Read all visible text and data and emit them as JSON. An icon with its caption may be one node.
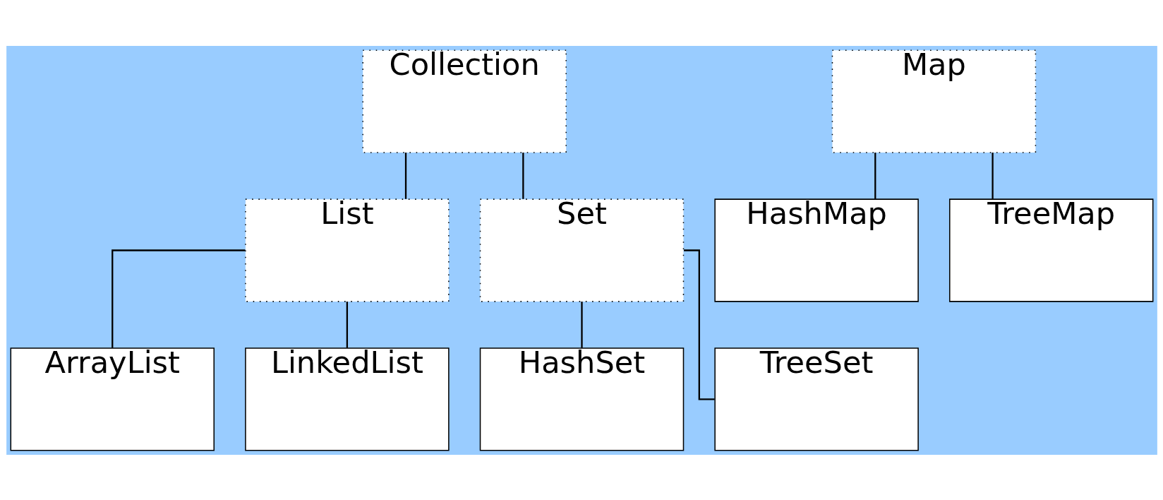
{
  "diagram": {
    "nodes": [
      {
        "text": [
          "Collection"
        ]
      },
      {
        "text": [
          "Map"
        ]
      },
      {
        "text": [
          "List"
        ]
      },
      {
        "text": [
          "Set"
        ]
      },
      {
        "text": [
          "HashMap"
        ]
      },
      {
        "text": [
          "TreeMap"
        ]
      },
      {
        "text": [
          "ArrayList"
        ]
      },
      {
        "text": [
          "LinkedList"
        ]
      },
      {
        "text": [
          "HashSet"
        ]
      },
      {
        "text": [
          "TreeSet"
        ]
      }
    ],
    "edges": [
      {
        "from": 0,
        "to": 2,
        "arrow": "none"
      },
      {
        "from": 0,
        "to": 3,
        "arrow": "none"
      },
      {
        "from": 1,
        "to": 4,
        "arrow": "none"
      },
      {
        "from": 1,
        "to": 5,
        "arrow": "none"
      },
      {
        "from": 2,
        "to": 6,
        "arrow": "none"
      },
      {
        "from": 2,
        "to": 7,
        "arrow": "none"
      },
      {
        "from": 3,
        "to": 8,
        "arrow": "none"
      },
      {
        "from": 3,
        "to": 9,
        "arrow": "none"
      }
    ]
  }
}
